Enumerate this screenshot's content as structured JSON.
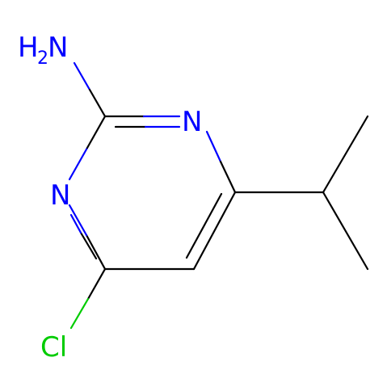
{
  "molecule": {
    "colors": {
      "carbon_bond": "#000000",
      "nitrogen": "#0000ff",
      "chlorine": "#00cc00"
    },
    "labels": {
      "amine_h": "H",
      "amine_sub": "2",
      "amine_n": "N",
      "ring_n1": "N",
      "ring_n3": "N",
      "chlorine": "Cl"
    }
  }
}
